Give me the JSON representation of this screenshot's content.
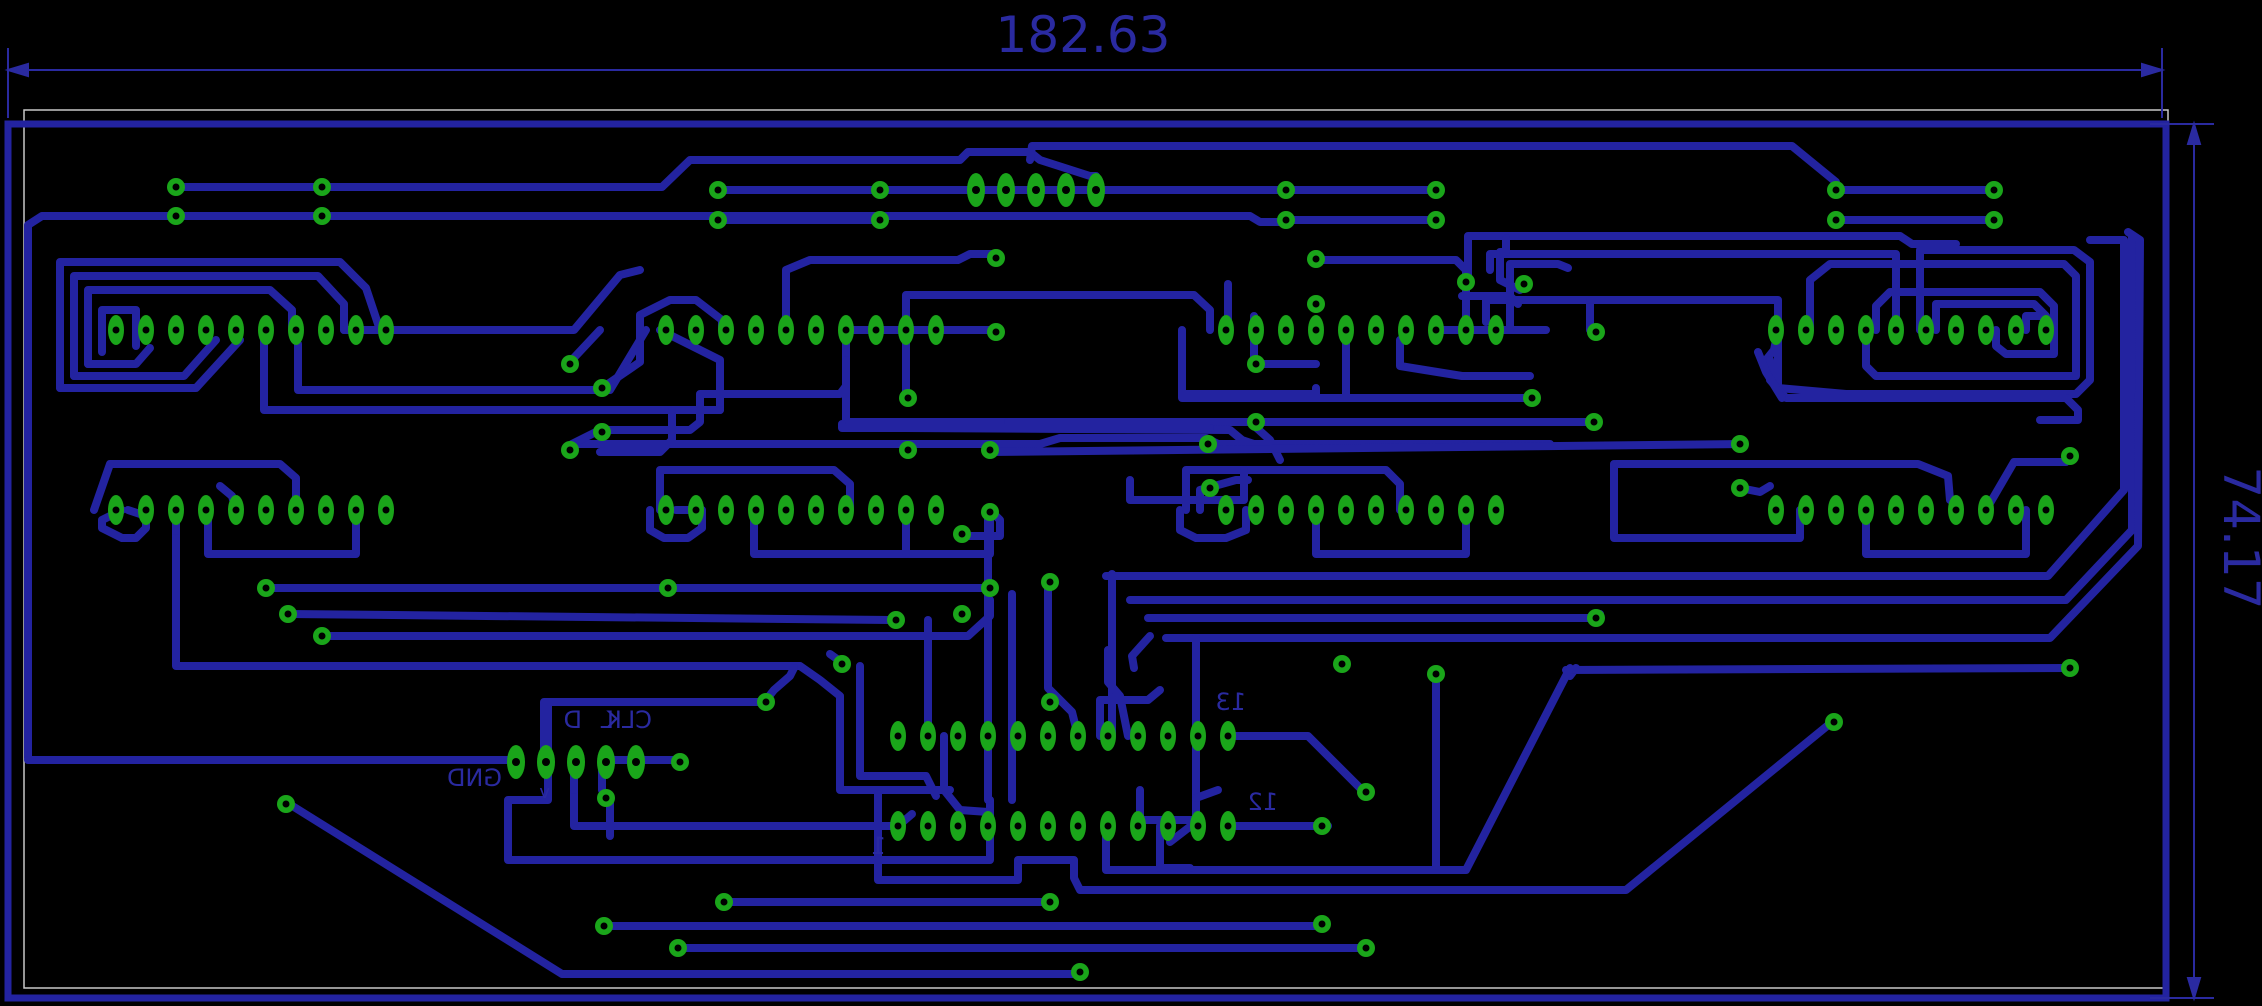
{
  "dimensions": {
    "width_label": "182.63",
    "height_label": "74.17"
  },
  "labels": {
    "clk": "CLK",
    "l": "L",
    "d": "D",
    "gnd": "GND",
    "v": "v",
    "pin_13": "13",
    "pin_12": "12",
    "pin_1": "1"
  },
  "colors": {
    "background": "#000000",
    "trace": "#2323a0",
    "pad": "#1aa51a",
    "drill": "#000000",
    "dimension": "#2a2aa0",
    "outline": "#c8c8c8"
  }
}
